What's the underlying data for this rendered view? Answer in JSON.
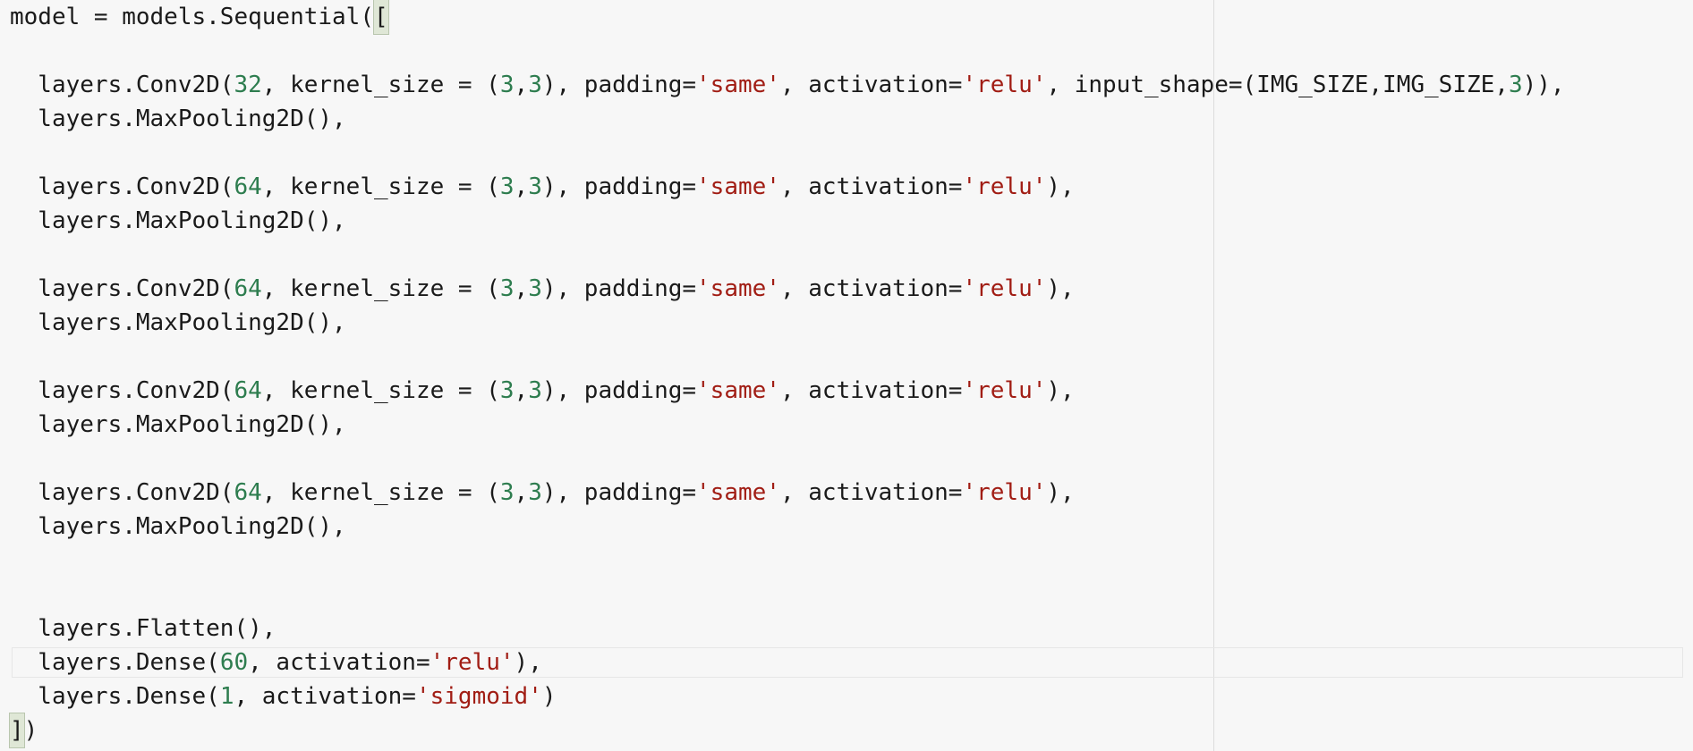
{
  "colors": {
    "background": "#f7f7f7",
    "text": "#1a1a1a",
    "number": "#2e7d4f",
    "string": "#a11d14",
    "bracket_match_bg": "#dfe7d6"
  },
  "editor": {
    "active_line": 19,
    "lines": [
      {
        "tokens": [
          {
            "t": "model = models.Sequential("
          },
          {
            "t": "[",
            "k": "bracket"
          }
        ]
      },
      {
        "tokens": []
      },
      {
        "tokens": [
          {
            "t": "  layers.Conv2D("
          },
          {
            "t": "32",
            "k": "num"
          },
          {
            "t": ", kernel_size = ("
          },
          {
            "t": "3",
            "k": "num"
          },
          {
            "t": ","
          },
          {
            "t": "3",
            "k": "num"
          },
          {
            "t": "), padding="
          },
          {
            "t": "'same'",
            "k": "str"
          },
          {
            "t": ", activation="
          },
          {
            "t": "'relu'",
            "k": "str"
          },
          {
            "t": ", input_shape=(IMG_SIZE,IMG_SIZE,"
          },
          {
            "t": "3",
            "k": "num"
          },
          {
            "t": ")),"
          }
        ]
      },
      {
        "tokens": [
          {
            "t": "  layers.MaxPooling2D(),"
          }
        ]
      },
      {
        "tokens": []
      },
      {
        "tokens": [
          {
            "t": "  layers.Conv2D("
          },
          {
            "t": "64",
            "k": "num"
          },
          {
            "t": ", kernel_size = ("
          },
          {
            "t": "3",
            "k": "num"
          },
          {
            "t": ","
          },
          {
            "t": "3",
            "k": "num"
          },
          {
            "t": "), padding="
          },
          {
            "t": "'same'",
            "k": "str"
          },
          {
            "t": ", activation="
          },
          {
            "t": "'relu'",
            "k": "str"
          },
          {
            "t": "),"
          }
        ]
      },
      {
        "tokens": [
          {
            "t": "  layers.MaxPooling2D(),"
          }
        ]
      },
      {
        "tokens": []
      },
      {
        "tokens": [
          {
            "t": "  layers.Conv2D("
          },
          {
            "t": "64",
            "k": "num"
          },
          {
            "t": ", kernel_size = ("
          },
          {
            "t": "3",
            "k": "num"
          },
          {
            "t": ","
          },
          {
            "t": "3",
            "k": "num"
          },
          {
            "t": "), padding="
          },
          {
            "t": "'same'",
            "k": "str"
          },
          {
            "t": ", activation="
          },
          {
            "t": "'relu'",
            "k": "str"
          },
          {
            "t": "),"
          }
        ]
      },
      {
        "tokens": [
          {
            "t": "  layers.MaxPooling2D(),"
          }
        ]
      },
      {
        "tokens": []
      },
      {
        "tokens": [
          {
            "t": "  layers.Conv2D("
          },
          {
            "t": "64",
            "k": "num"
          },
          {
            "t": ", kernel_size = ("
          },
          {
            "t": "3",
            "k": "num"
          },
          {
            "t": ","
          },
          {
            "t": "3",
            "k": "num"
          },
          {
            "t": "), padding="
          },
          {
            "t": "'same'",
            "k": "str"
          },
          {
            "t": ", activation="
          },
          {
            "t": "'relu'",
            "k": "str"
          },
          {
            "t": "),"
          }
        ]
      },
      {
        "tokens": [
          {
            "t": "  layers.MaxPooling2D(),"
          }
        ]
      },
      {
        "tokens": []
      },
      {
        "tokens": [
          {
            "t": "  layers.Conv2D("
          },
          {
            "t": "64",
            "k": "num"
          },
          {
            "t": ", kernel_size = ("
          },
          {
            "t": "3",
            "k": "num"
          },
          {
            "t": ","
          },
          {
            "t": "3",
            "k": "num"
          },
          {
            "t": "), padding="
          },
          {
            "t": "'same'",
            "k": "str"
          },
          {
            "t": ", activation="
          },
          {
            "t": "'relu'",
            "k": "str"
          },
          {
            "t": "),"
          }
        ]
      },
      {
        "tokens": [
          {
            "t": "  layers.MaxPooling2D(),"
          }
        ]
      },
      {
        "tokens": []
      },
      {
        "tokens": []
      },
      {
        "tokens": [
          {
            "t": "  layers.Flatten(),"
          }
        ]
      },
      {
        "tokens": [
          {
            "t": "  layers.Dense("
          },
          {
            "t": "60",
            "k": "num"
          },
          {
            "t": ", activation="
          },
          {
            "t": "'relu'",
            "k": "str"
          },
          {
            "t": "),"
          }
        ]
      },
      {
        "tokens": [
          {
            "t": "  layers.Dense("
          },
          {
            "t": "1",
            "k": "num"
          },
          {
            "t": ", activation="
          },
          {
            "t": "'sigmoid'",
            "k": "str"
          },
          {
            "t": ")"
          }
        ]
      },
      {
        "tokens": [
          {
            "t": "]",
            "k": "bracket"
          },
          {
            "t": ")"
          }
        ]
      }
    ]
  }
}
